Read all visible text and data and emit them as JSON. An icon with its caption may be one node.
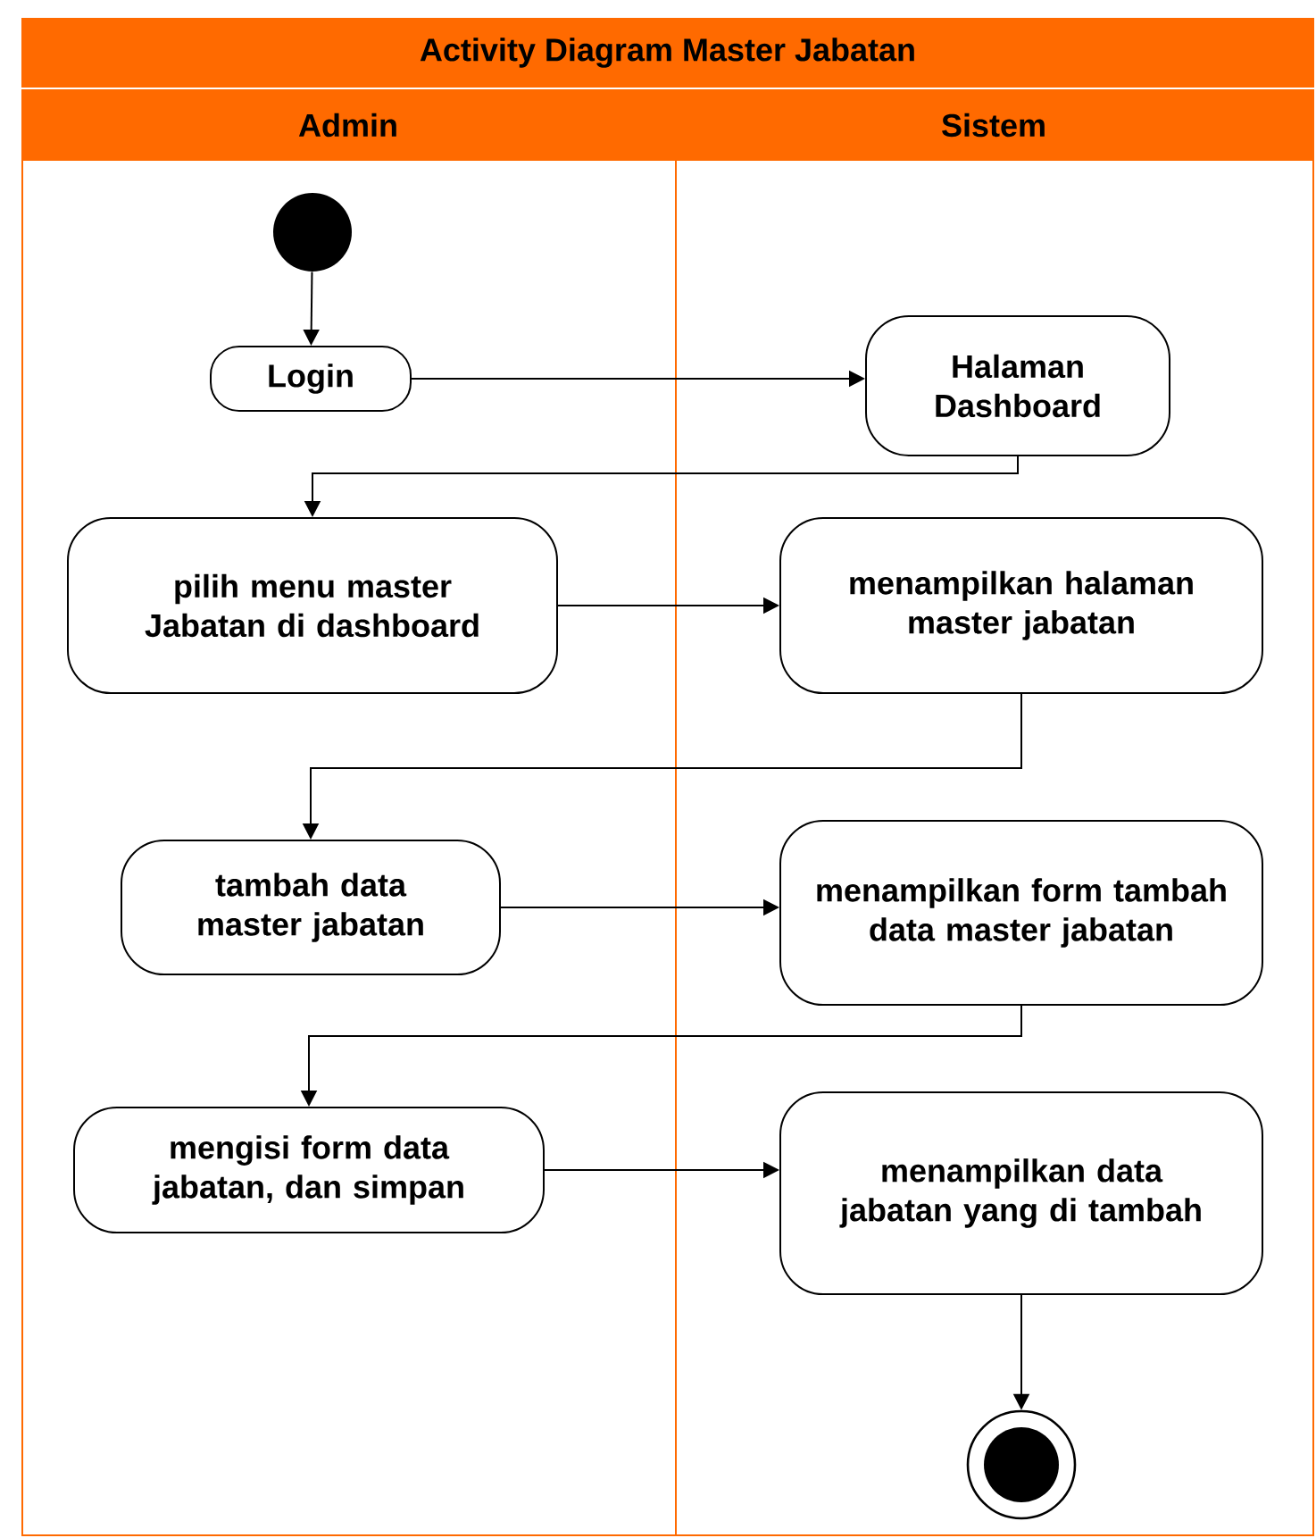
{
  "diagram": {
    "title": "Activity Diagram Master Jabatan",
    "nodes": [
      {
        "text": [
          "Admin"
        ]
      },
      {
        "text": [
          "Sistem"
        ]
      },
      {
        "text": [],
        "shape": "circle",
        "in": 0
      },
      {
        "text": [
          "Login"
        ],
        "in": 0
      },
      {
        "text": [
          "Halaman Dashboard"
        ],
        "in": 1
      },
      {
        "text": [
          "pilih menu master Jabatan di dashboard"
        ],
        "in": 0
      },
      {
        "text": [
          "menampilkan halaman master jabatan"
        ],
        "in": 1
      },
      {
        "text": [
          "tambah data master jabatan"
        ],
        "in": 0
      },
      {
        "text": [
          "menampilkan form tambah data master jabatan"
        ],
        "in": 1
      },
      {
        "text": [
          "mengisi form data jabatan, dan simpan"
        ],
        "in": 0
      },
      {
        "text": [
          "menampilkan data jabatan yang di tambah"
        ],
        "in": 1
      },
      {
        "text": [],
        "shape": "bullseye",
        "in": 1
      }
    ],
    "edges": [
      {
        "from": 2,
        "to": 3,
        "arrow": "to"
      },
      {
        "from": 3,
        "to": 4,
        "arrow": "to"
      },
      {
        "from": 4,
        "to": 5,
        "arrow": "to"
      },
      {
        "from": 5,
        "to": 6,
        "arrow": "to"
      },
      {
        "from": 6,
        "to": 7,
        "arrow": "to"
      },
      {
        "from": 7,
        "to": 8,
        "arrow": "to"
      },
      {
        "from": 8,
        "to": 9,
        "arrow": "to"
      },
      {
        "from": 9,
        "to": 10,
        "arrow": "to"
      },
      {
        "from": 10,
        "to": 11,
        "arrow": "to"
      }
    ]
  }
}
